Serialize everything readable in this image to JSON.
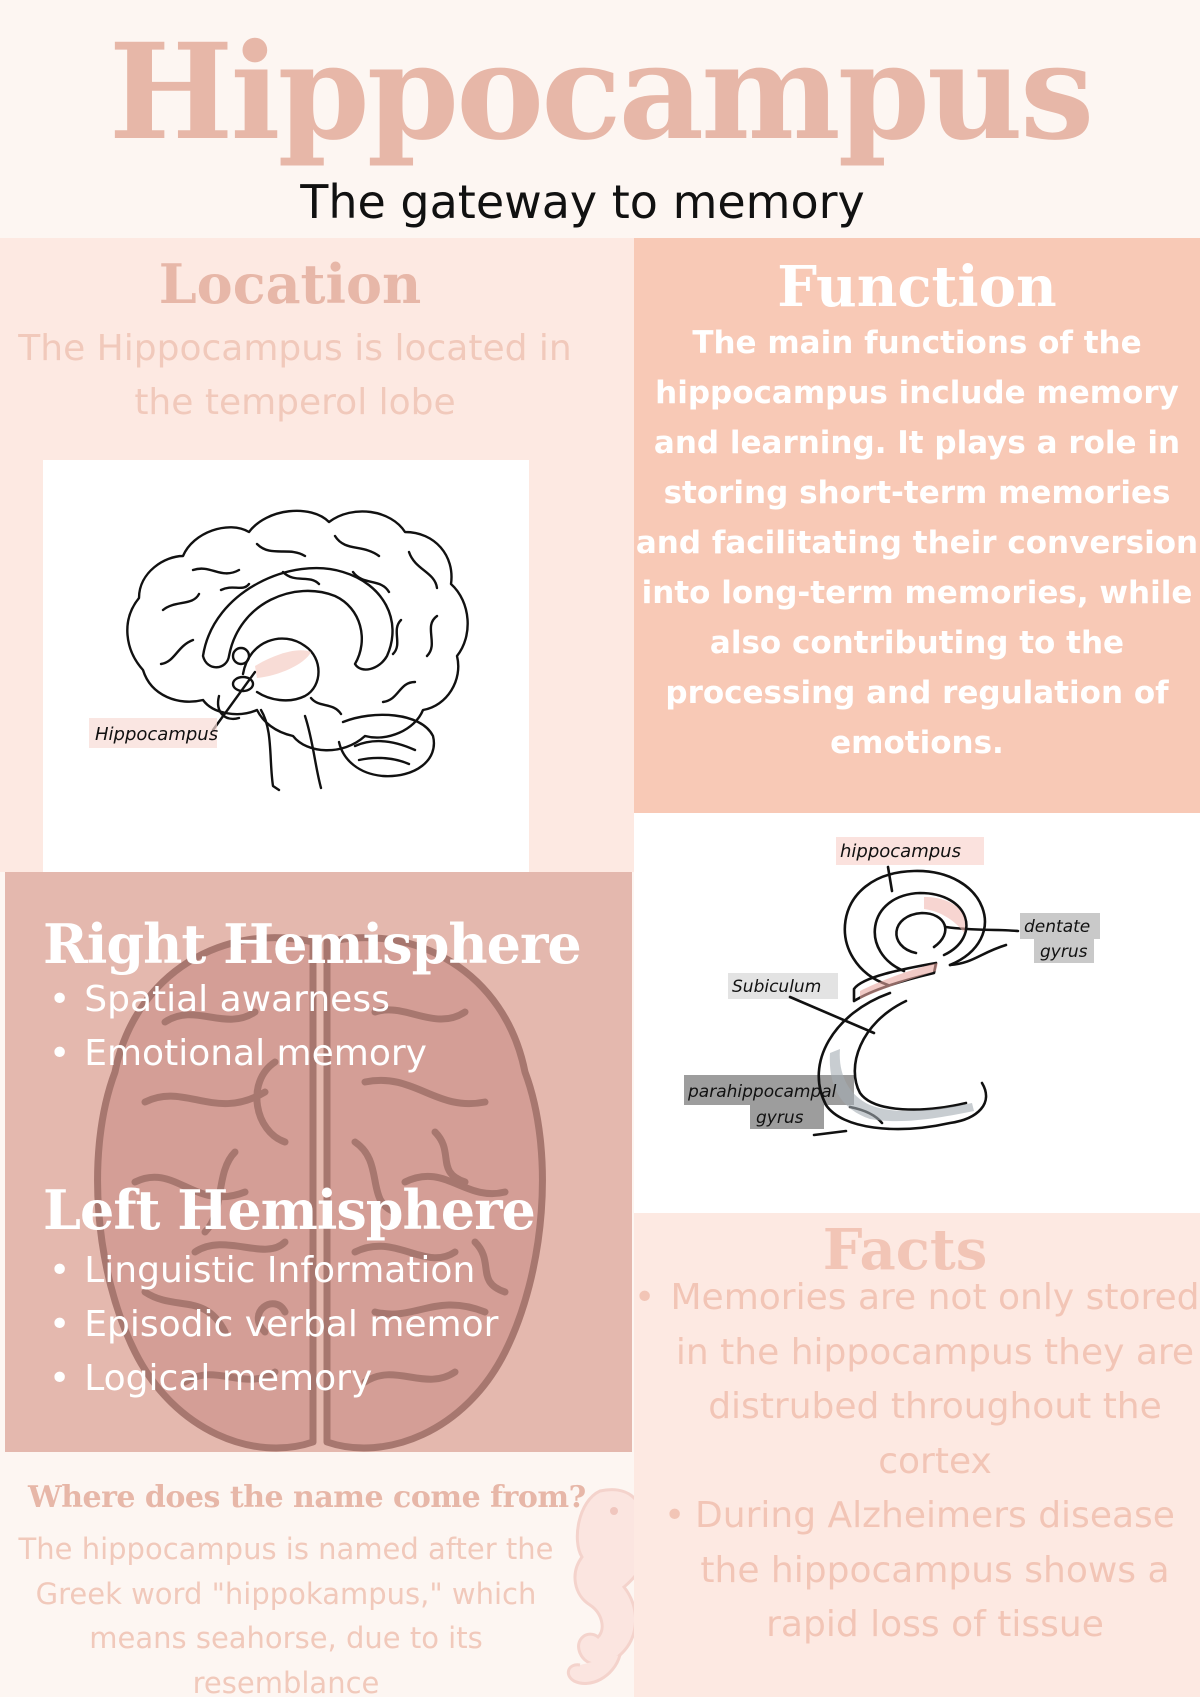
{
  "header": {
    "title": "Hippocampus",
    "subtitle": "The gateway to memory"
  },
  "location": {
    "heading": "Location",
    "text": "The Hippocampus is located in the temperol lobe",
    "sketch_label": "Hippocampus"
  },
  "function": {
    "heading": "Function",
    "text": "The main functions of the hippocampus include memory and learning. It plays a role in storing short-term memories and facilitating their conversion into long-term memories, while also contributing to the processing and regulation of emotions."
  },
  "diagram": {
    "labels": {
      "hippocampus": "hippocampus",
      "dentate_1": "dentate",
      "dentate_2": "gyrus",
      "subiculum": "Subiculum",
      "parahippocampal_1": "parahippocampal",
      "parahippocampal_2": "gyrus"
    }
  },
  "hemispheres": {
    "right": {
      "heading": "Right Hemisphere",
      "items": [
        "Spatial awarness",
        "Emotional memory"
      ]
    },
    "left": {
      "heading": "Left Hemisphere",
      "items": [
        "Linguistic Information",
        "Episodic verbal memor",
        "Logical memory"
      ]
    }
  },
  "facts": {
    "heading": "Facts",
    "items": [
      "Memories are not only stored in the hippocampus they are distrubed throughout the cortex",
      "During Alzheimers disease the hippocampus shows a rapid loss of tissue"
    ]
  },
  "name_origin": {
    "heading": "Where does the name come from?",
    "text": "The hippocampus is named after the Greek word \"hippokampus,\" which means seahorse, due to its resemblance"
  },
  "colors": {
    "title": "#e7b7a8",
    "function_bg": "#f8c9b6",
    "location_bg": "#fde9e2",
    "hemisphere_bg": "#e4b8ae",
    "page_bg": "#fdf6f2"
  }
}
